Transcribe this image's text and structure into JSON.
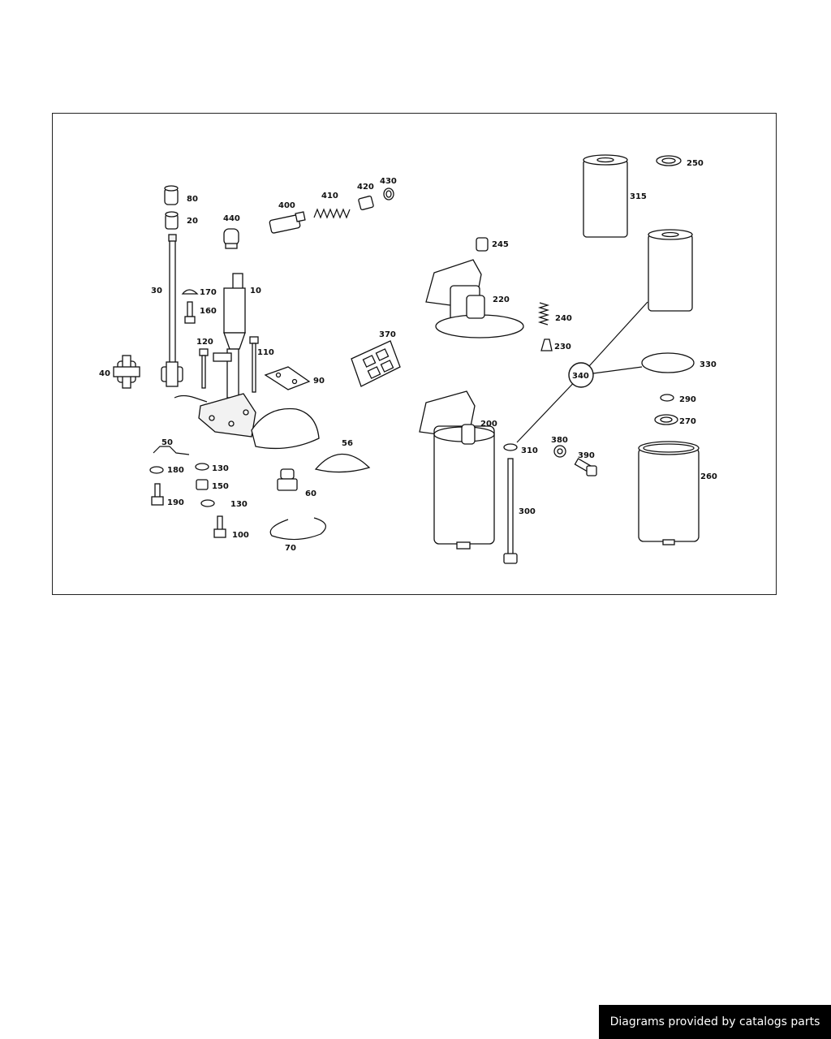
{
  "diagram": {
    "callouts": {
      "p10": "10",
      "p20": "20",
      "p30": "30",
      "p40": "40",
      "p50": "50",
      "p56": "56",
      "p60": "60",
      "p70": "70",
      "p80": "80",
      "p90": "90",
      "p100": "100",
      "p110": "110",
      "p120": "120",
      "p130a": "130",
      "p130b": "130",
      "p150": "150",
      "p160": "160",
      "p170": "170",
      "p180": "180",
      "p190": "190",
      "p200": "200",
      "p220": "220",
      "p230": "230",
      "p240": "240",
      "p245": "245",
      "p250": "250",
      "p260": "260",
      "p270": "270",
      "p290": "290",
      "p300": "300",
      "p310": "310",
      "p315": "315",
      "p330": "330",
      "p340": "340",
      "p370": "370",
      "p380": "380",
      "p390": "390",
      "p400": "400",
      "p410": "410",
      "p420": "420",
      "p430": "430",
      "p440": "440"
    }
  },
  "footer": {
    "text": "Diagrams provided by catalogs parts"
  }
}
